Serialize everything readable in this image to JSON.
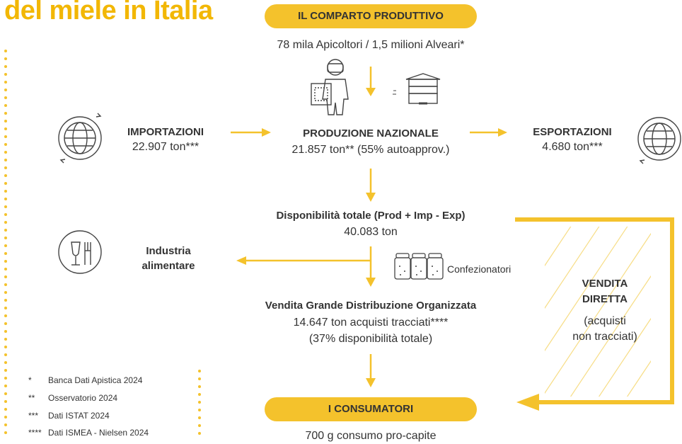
{
  "header": {
    "title": "del miele in Italia"
  },
  "production_sector": {
    "label": "IL COMPARTO PRODUTTIVO",
    "subtitle": "78 mila Apicoltori / 1,5 milioni Alveari*"
  },
  "imports": {
    "title": "IMPORTAZIONI",
    "value": "22.907 ton***"
  },
  "national_production": {
    "title": "PRODUZIONE NAZIONALE",
    "value": "21.857 ton** (55% autoapprov.)"
  },
  "exports": {
    "title": "ESPORTAZIONI",
    "value": "4.680 ton***"
  },
  "total_availability": {
    "title": "Disponibilità totale (Prod + Imp - Exp)",
    "value": "40.083 ton"
  },
  "food_industry": {
    "line1": "Industria",
    "line2": "alimentare"
  },
  "packers": {
    "label": "Confezionatori"
  },
  "gdo_sales": {
    "title": "Vendita Grande Distribuzione Organizzata",
    "line1": "14.647 ton acquisti tracciati****",
    "line2": "(37% disponibilità totale)"
  },
  "direct_sales": {
    "line1": "VENDITA",
    "line2": "DIRETTA",
    "line3": "(acquisti",
    "line4": "non tracciati)"
  },
  "consumers": {
    "label": "I CONSUMATORI",
    "value": "700 g consumo pro-capite"
  },
  "footnotes": [
    {
      "mark": "*",
      "text": "Banca Dati Apistica 2024"
    },
    {
      "mark": "**",
      "text": "Osservatorio 2024"
    },
    {
      "mark": "***",
      "text": "Dati ISTAT 2024"
    },
    {
      "mark": "****",
      "text": "Dati ISMEA - Nielsen 2024"
    }
  ],
  "colors": {
    "accent": "#f4c22c",
    "title": "#f2b705",
    "text": "#333333"
  },
  "icons": [
    "beekeeper-icon",
    "beehive-icon",
    "globe-icon",
    "cutlery-glass-icon",
    "honey-jars-icon"
  ]
}
